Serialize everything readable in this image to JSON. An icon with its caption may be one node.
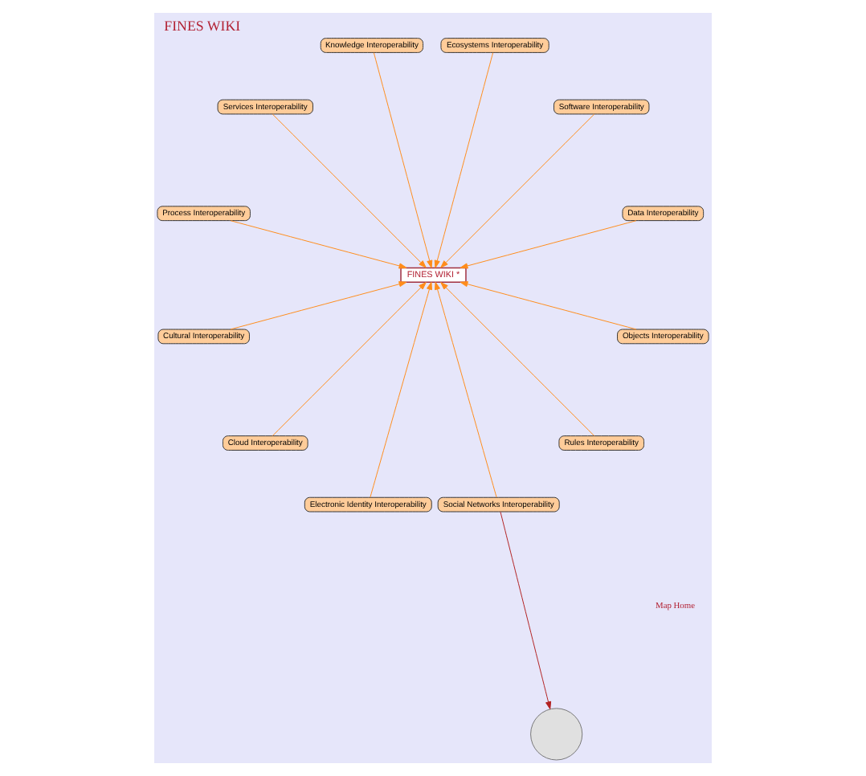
{
  "diagram": {
    "title": "FINES WIKI",
    "nodes": [
      {
        "text": [
          "Data Interoperability"
        ]
      },
      {
        "text": [
          "Software Interoperability"
        ]
      },
      {
        "text": [
          "Ecosystems Interoperability"
        ]
      },
      {
        "text": [
          "Knowledge Interoperability"
        ]
      },
      {
        "text": [
          "Services Interoperability"
        ]
      },
      {
        "text": [
          "Process Interoperability"
        ]
      },
      {
        "text": [
          "FINES WIKI *"
        ]
      },
      {
        "text": [
          "Cultural Interoperability"
        ]
      },
      {
        "text": [
          "Cloud Interoperability"
        ]
      },
      {
        "text": [
          "Electronic Identity Interoperability"
        ]
      },
      {
        "text": [
          "Social Networks Interoperability"
        ]
      },
      {
        "text": [
          "Rules Interoperability"
        ]
      },
      {
        "text": [
          "Objects Interoperability"
        ]
      },
      {
        "text": [],
        "shape": "circle"
      }
    ],
    "edges": [
      {
        "from": 0,
        "to": 6,
        "arrow": "to"
      },
      {
        "from": 1,
        "to": 6,
        "arrow": "to"
      },
      {
        "from": 2,
        "to": 6,
        "arrow": "to"
      },
      {
        "from": 3,
        "to": 6,
        "arrow": "to"
      },
      {
        "from": 4,
        "to": 6,
        "arrow": "to"
      },
      {
        "from": 5,
        "to": 6,
        "arrow": "to"
      },
      {
        "from": 7,
        "to": 6,
        "arrow": "to"
      },
      {
        "from": 8,
        "to": 6,
        "arrow": "to"
      },
      {
        "from": 9,
        "to": 6,
        "arrow": "to"
      },
      {
        "from": 10,
        "to": 6,
        "arrow": "to"
      },
      {
        "from": 11,
        "to": 6,
        "arrow": "to"
      },
      {
        "from": 12,
        "to": 6,
        "arrow": "to"
      },
      {
        "from": 10,
        "to": 13,
        "arrow": "to",
        "color": "#b22222"
      }
    ],
    "labels": [
      "Map Home"
    ]
  }
}
